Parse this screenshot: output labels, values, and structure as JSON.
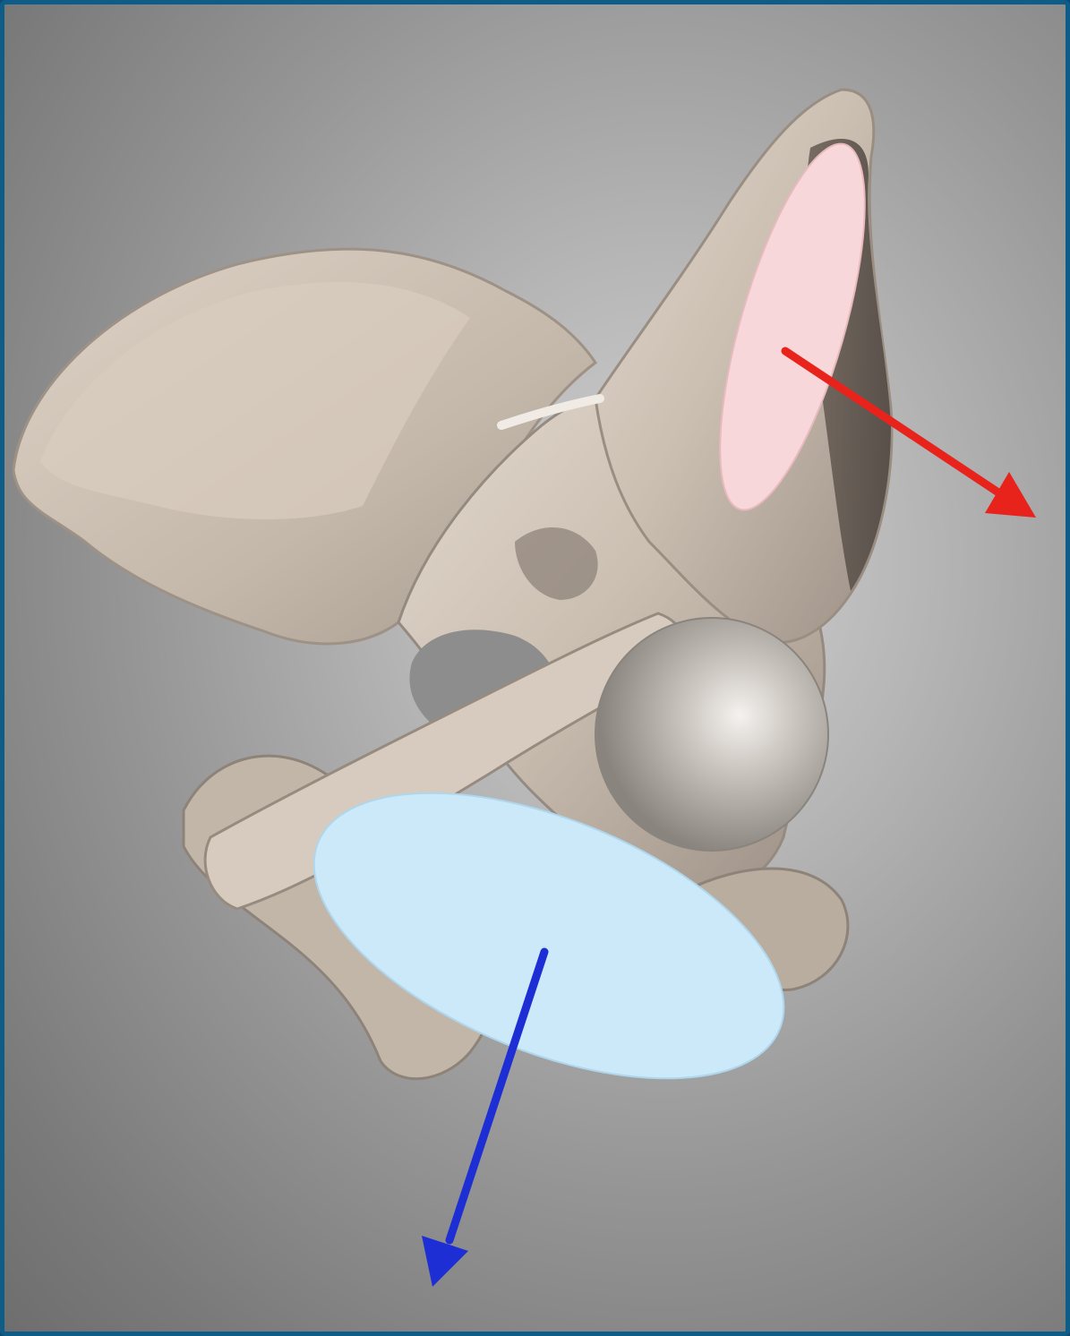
{
  "image": {
    "subject": "pelvis-bone-3d-render",
    "colors": {
      "frame_border": "#0e5c88",
      "background": "#9a9a9a",
      "bone": "#c9bdb0",
      "bone_shadow": "#8c8076",
      "pink_plane": "#f7d7d9",
      "blue_plane": "#cbe9f8",
      "red_arrow": "#e8231c",
      "blue_arrow": "#1d2fd4"
    },
    "annotations": [
      {
        "name": "pink-plane",
        "color": "pink"
      },
      {
        "name": "red-arrow",
        "color": "red"
      },
      {
        "name": "blue-plane",
        "color": "light-blue"
      },
      {
        "name": "blue-arrow",
        "color": "blue"
      }
    ]
  }
}
